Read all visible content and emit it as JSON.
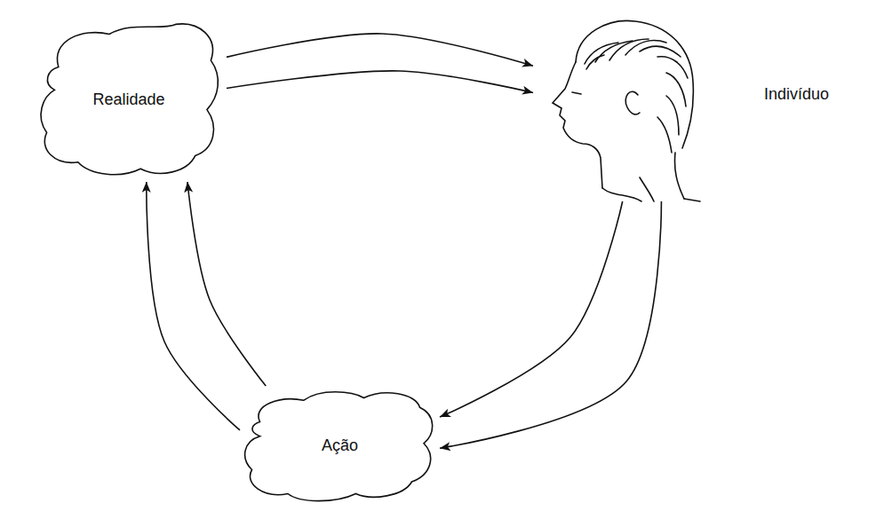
{
  "diagram": {
    "nodes": [
      {
        "text": [
          "Realidade"
        ]
      },
      {
        "text": [
          "Indivíduo"
        ]
      },
      {
        "text": [
          "Ação"
        ]
      }
    ],
    "edges": [
      {
        "from": 0,
        "to": 1,
        "arrow": "to"
      },
      {
        "from": 0,
        "to": 1,
        "arrow": "to"
      },
      {
        "from": 1,
        "to": 2,
        "arrow": "to"
      },
      {
        "from": 1,
        "to": 2,
        "arrow": "to"
      },
      {
        "from": 2,
        "to": 0,
        "arrow": "to"
      },
      {
        "from": 2,
        "to": 0,
        "arrow": "to"
      }
    ]
  }
}
